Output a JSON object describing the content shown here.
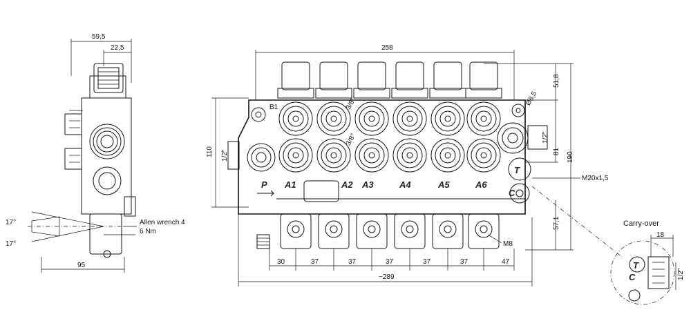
{
  "side_view": {
    "dim_width_total": "59,5",
    "dim_width_inner": "22,5",
    "dim_bottom": "95",
    "angle_top": "17°",
    "angle_bottom": "17°",
    "allen_label": "Allen wrench 4",
    "torque_label": "6 Nm"
  },
  "front_view": {
    "dim_length": "258",
    "dim_height_left": "110",
    "dim_thread_left": "1/2\"",
    "dim_port_a": "3/8\"",
    "dim_port_b": "3/8\"",
    "dim_hole": "Ø8,5",
    "dim_right_top": "51,8",
    "dim_right_mid": "81",
    "dim_right_total": "190",
    "dim_right_low": "57,1",
    "dim_thread_right": "1/2\"",
    "thread_label": "M20x1,5",
    "bolt_label": "M8",
    "bottom_overall": "~289",
    "spacings": [
      "30",
      "37",
      "37",
      "37",
      "37",
      "37",
      "47"
    ],
    "port_labels": [
      "P",
      "A1",
      "A2",
      "A3",
      "A4",
      "A5",
      "A6"
    ],
    "top_left_label": "B1",
    "tank_label": "T",
    "carry_label": "C"
  },
  "carry_over": {
    "title": "Carry-over",
    "dim_width": "18",
    "dim_thread": "1/2\"",
    "tank_label": "T",
    "carry_label": "C"
  }
}
